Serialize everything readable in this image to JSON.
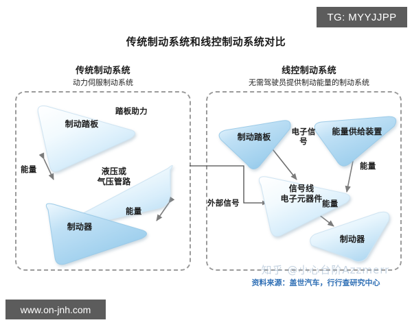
{
  "badges": {
    "telegram": "TG: MYYJJPP",
    "website": "www.on-jnh.com"
  },
  "title": "传统制动系统和线控制动系统对比",
  "panels": {
    "left": {
      "title": "传统制动系统",
      "subtitle": "动力伺服制动系统",
      "nodes": [
        {
          "label": "制动踏板"
        },
        {
          "label": "液压或\n气压管路"
        },
        {
          "label": "制动器"
        }
      ],
      "annotations": [
        {
          "label": "踏板助力"
        },
        {
          "label": "能量"
        },
        {
          "label": "能量"
        }
      ]
    },
    "right": {
      "title": "线控制动系统",
      "subtitle": "无需驾驶员提供制动能量的制动系统",
      "nodes": [
        {
          "label": "制动踏板"
        },
        {
          "label": "能量供给装置"
        },
        {
          "label": "信号线\n电子元器件"
        },
        {
          "label": "制动器"
        }
      ],
      "annotations": [
        {
          "label": "电子信\n号"
        },
        {
          "label": "能量"
        },
        {
          "label": "能量"
        }
      ]
    }
  },
  "connector": {
    "label": "外部信号"
  },
  "footer": {
    "source": "资料来源：盖世汽车，行行查研究中心",
    "watermark": "知乎 @小心台阶Azzmerr"
  },
  "colors": {
    "badge_bg": "#5c5c5c",
    "badge_text": "#ffffff",
    "panel_border": "#9a9a9a",
    "triangle_light": "#f4fbff",
    "triangle_mid": "#cfe8f7",
    "triangle_deep": "#a9d6f0",
    "arrow": "#7b7b7b",
    "source_text": "#2f6fb5"
  }
}
